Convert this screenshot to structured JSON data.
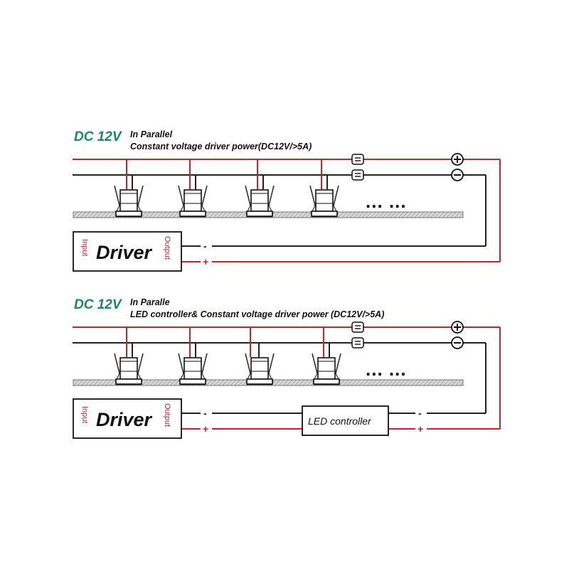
{
  "colors": {
    "title": "#1a8a5a",
    "positive_wire": "#c0262c",
    "negative_wire": "#222222",
    "text": "#111111"
  },
  "diagram_top": {
    "voltage_label": "DC 12V",
    "mode_label": "In Parallel",
    "subtitle": "Constant voltage driver power(DC12V/>5A)",
    "driver_label": "Driver",
    "input_label": "Input",
    "output_label": "Output",
    "minus_sign": "-",
    "plus_sign": "+",
    "ellipsis": "... ..."
  },
  "diagram_bottom": {
    "voltage_label": "DC 12V",
    "mode_label": "In Paralle",
    "subtitle": "LED controller& Constant voltage driver power (DC12V/>5A)",
    "driver_label": "Driver",
    "input_label": "Input",
    "output_label": "Output",
    "controller_label": "LED controller",
    "minus_sign": "-",
    "plus_sign": "+",
    "ellipsis": "... ..."
  },
  "icons": [
    "plus-terminal-icon",
    "minus-terminal-icon",
    "wire-connector-icon",
    "downlight-fixture-icon"
  ]
}
